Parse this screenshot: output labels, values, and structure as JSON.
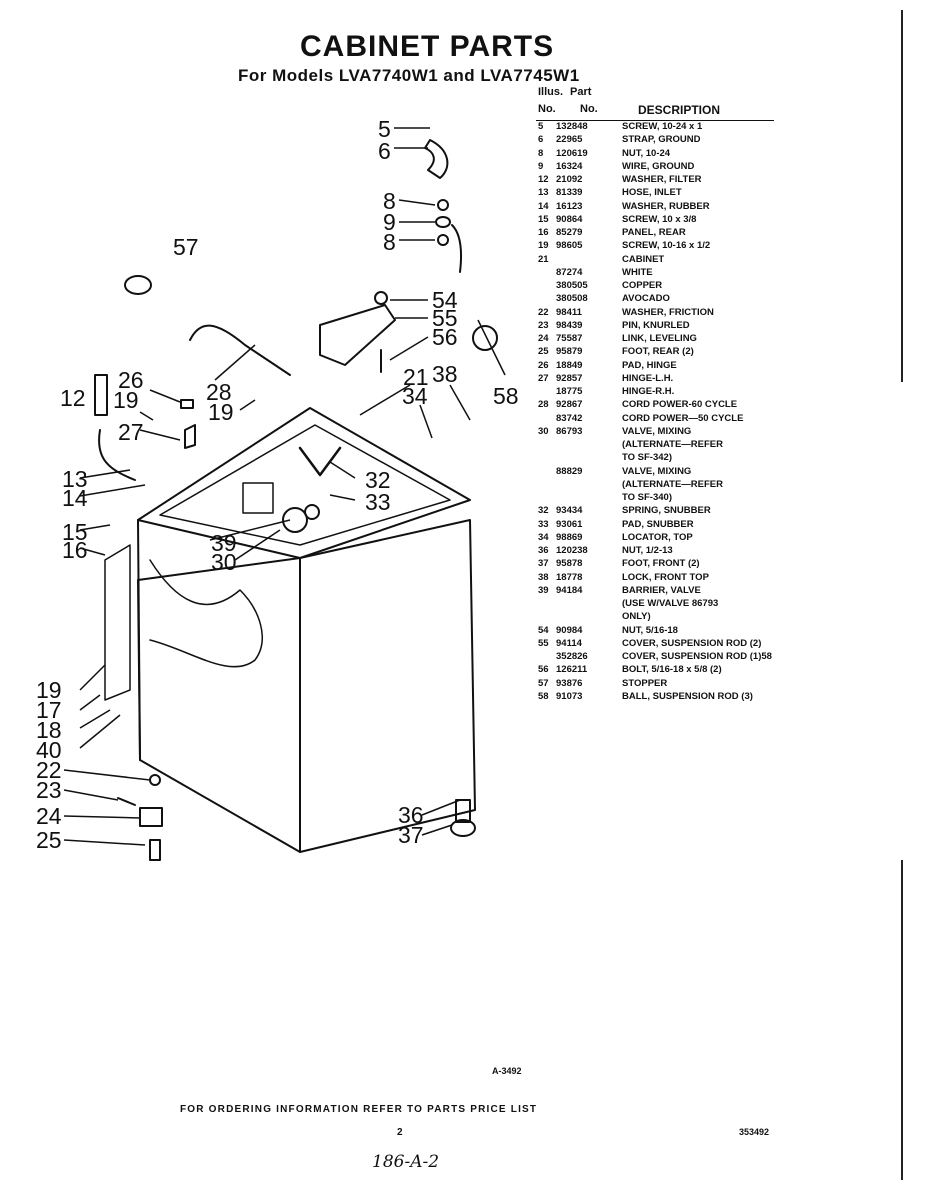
{
  "title": "CABINET PARTS",
  "subtitle": "For Models LVA7740W1 and LVA7745W1",
  "table": {
    "header": {
      "illus_line1": "Illus.",
      "part_line1": "Part",
      "illus_line2": "No.",
      "part_line2": "No.",
      "description": "DESCRIPTION"
    },
    "rows": [
      {
        "illus": "5",
        "part": "132848",
        "desc": "SCREW, 10-24 x 1"
      },
      {
        "illus": "6",
        "part": "22965",
        "desc": "STRAP, GROUND"
      },
      {
        "illus": "8",
        "part": "120619",
        "desc": "NUT, 10-24"
      },
      {
        "illus": "9",
        "part": "16324",
        "desc": "WIRE, GROUND"
      },
      {
        "illus": "12",
        "part": "21092",
        "desc": "WASHER, FILTER"
      },
      {
        "illus": "13",
        "part": "81339",
        "desc": "HOSE, INLET"
      },
      {
        "illus": "14",
        "part": "16123",
        "desc": "WASHER, RUBBER"
      },
      {
        "illus": "15",
        "part": "90864",
        "desc": "SCREW, 10 x 3/8"
      },
      {
        "illus": "16",
        "part": "85279",
        "desc": "PANEL, REAR"
      },
      {
        "illus": "19",
        "part": "98605",
        "desc": "SCREW, 10-16 x 1/2"
      },
      {
        "illus": "21",
        "part": "",
        "desc": "CABINET"
      },
      {
        "illus": "",
        "part": "87274",
        "desc": "WHITE"
      },
      {
        "illus": "",
        "part": "380505",
        "desc": "COPPER"
      },
      {
        "illus": "",
        "part": "380508",
        "desc": "AVOCADO"
      },
      {
        "illus": "22",
        "part": "98411",
        "desc": "WASHER, FRICTION"
      },
      {
        "illus": "23",
        "part": "98439",
        "desc": "PIN, KNURLED"
      },
      {
        "illus": "24",
        "part": "75587",
        "desc": "LINK, LEVELING"
      },
      {
        "illus": "25",
        "part": "95879",
        "desc": "FOOT, REAR (2)"
      },
      {
        "illus": "26",
        "part": "18849",
        "desc": "PAD, HINGE"
      },
      {
        "illus": "27",
        "part": "92857",
        "desc": "HINGE-L.H."
      },
      {
        "illus": "",
        "part": "18775",
        "desc": "HINGE-R.H."
      },
      {
        "illus": "28",
        "part": "92867",
        "desc": "CORD POWER-60 CYCLE"
      },
      {
        "illus": "",
        "part": "83742",
        "desc": "CORD POWER—50 CYCLE"
      },
      {
        "illus": "30",
        "part": "86793",
        "desc": "VALVE, MIXING"
      },
      {
        "illus": "",
        "part": "",
        "desc": "(ALTERNATE—REFER"
      },
      {
        "illus": "",
        "part": "",
        "desc": "TO SF-342)"
      },
      {
        "illus": "",
        "part": "88829",
        "desc": "VALVE, MIXING"
      },
      {
        "illus": "",
        "part": "",
        "desc": "(ALTERNATE—REFER"
      },
      {
        "illus": "",
        "part": "",
        "desc": "TO SF-340)"
      },
      {
        "illus": "32",
        "part": "93434",
        "desc": "SPRING, SNUBBER"
      },
      {
        "illus": "33",
        "part": "93061",
        "desc": "PAD, SNUBBER"
      },
      {
        "illus": "34",
        "part": "98869",
        "desc": "LOCATOR, TOP"
      },
      {
        "illus": "36",
        "part": "120238",
        "desc": "NUT, 1/2-13"
      },
      {
        "illus": "37",
        "part": "95878",
        "desc": "FOOT, FRONT (2)"
      },
      {
        "illus": "38",
        "part": "18778",
        "desc": "LOCK, FRONT TOP"
      },
      {
        "illus": "39",
        "part": "94184",
        "desc": "BARRIER, VALVE"
      },
      {
        "illus": "",
        "part": "",
        "desc": "(USE W/VALVE 86793"
      },
      {
        "illus": "",
        "part": "",
        "desc": "ONLY)"
      },
      {
        "illus": "54",
        "part": "90984",
        "desc": "NUT, 5/16-18"
      },
      {
        "illus": "55",
        "part": "94114",
        "desc": "COVER, SUSPENSION ROD (2)"
      },
      {
        "illus": "",
        "part": "352826",
        "desc": "COVER, SUSPENSION ROD (1)58"
      },
      {
        "illus": "56",
        "part": "126211",
        "desc": "BOLT, 5/16-18 x 5/8 (2)"
      },
      {
        "illus": "57",
        "part": "93876",
        "desc": "STOPPER"
      },
      {
        "illus": "58",
        "part": "91073",
        "desc": "BALL, SUSPENSION ROD (3)"
      }
    ]
  },
  "callouts": {
    "c5": "5",
    "c6": "6",
    "c8a": "8",
    "c9": "9",
    "c8b": "8",
    "c57": "57",
    "c54": "54",
    "c55": "55",
    "c56": "56",
    "c12": "12",
    "c26": "26",
    "c28": "28",
    "c19a": "19",
    "c19b": "19",
    "c27": "27",
    "c21": "21",
    "c38": "38",
    "c34": "34",
    "c58": "58",
    "c13": "13",
    "c14": "14",
    "c32": "32",
    "c33": "33",
    "c15": "15",
    "c16": "16",
    "c39": "39",
    "c30": "30",
    "c19c": "19",
    "c17": "17",
    "c18": "18",
    "c40": "40",
    "c22": "22",
    "c23": "23",
    "c24": "24",
    "c25": "25",
    "c36": "36",
    "c37": "37"
  },
  "ref_code": "A-3492",
  "footer": "FOR ORDERING INFORMATION REFER TO PARTS PRICE LIST",
  "page_number": "2",
  "doc_number": "353492",
  "handwritten": "186-A-2"
}
